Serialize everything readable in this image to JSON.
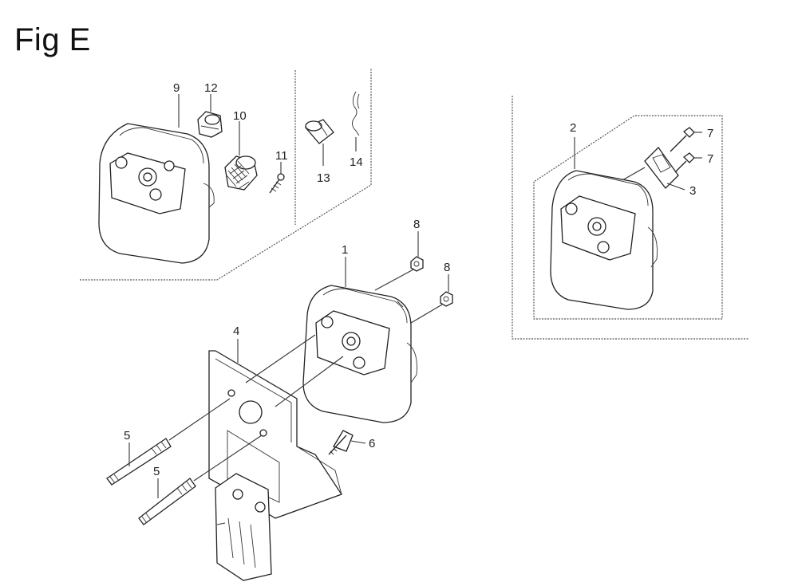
{
  "figure": {
    "title": "Fig E"
  },
  "callouts": {
    "c1": "1",
    "c2": "2",
    "c3": "3",
    "c4": "4",
    "c5a": "5",
    "c5b": "5",
    "c6": "6",
    "c7a": "7",
    "c7b": "7",
    "c8a": "8",
    "c8b": "8",
    "c9": "9",
    "c10": "10",
    "c11": "11",
    "c12": "12",
    "c13": "13",
    "c14": "14"
  }
}
